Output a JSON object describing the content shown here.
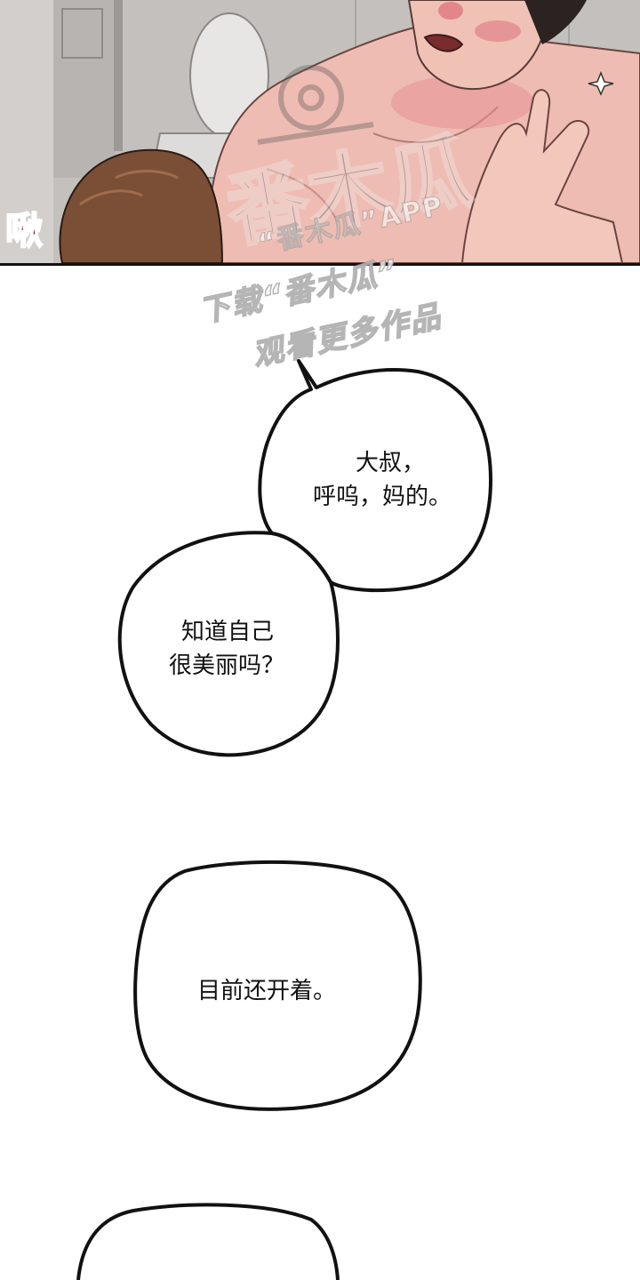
{
  "panel": {
    "sfx": "啾",
    "watermark_app": "“番木瓜”APP"
  },
  "watermark": {
    "line1": "下载“番木瓜”",
    "line2": "观看更多作品"
  },
  "bubbles": [
    {
      "lines": [
        "大叔，",
        "呼呜，妈的。"
      ]
    },
    {
      "lines": [
        "知道自己",
        "很美丽吗？"
      ]
    },
    {
      "lines": [
        "目前还开着。"
      ]
    }
  ]
}
